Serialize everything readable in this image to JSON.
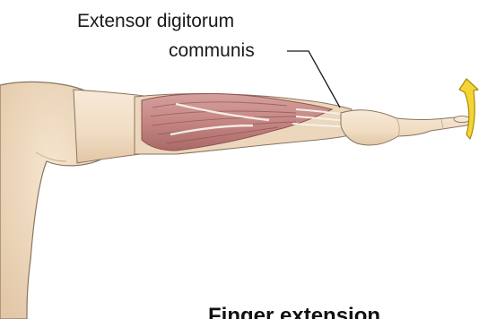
{
  "diagram": {
    "label": {
      "line1": "Extensor digitorum",
      "line2": "communis"
    },
    "caption": "Finger extension"
  },
  "colors": {
    "skin": "#f2dfc6",
    "skin_shadow": "#dcc2a2",
    "outline": "#8a7460",
    "muscle": "#c98e8c",
    "muscle_dark": "#a0615f",
    "tendon": "#f3f0ea",
    "arrow_fill": "#f5d533",
    "arrow_stroke": "#a88a0c",
    "text": "#1a1a1a"
  }
}
